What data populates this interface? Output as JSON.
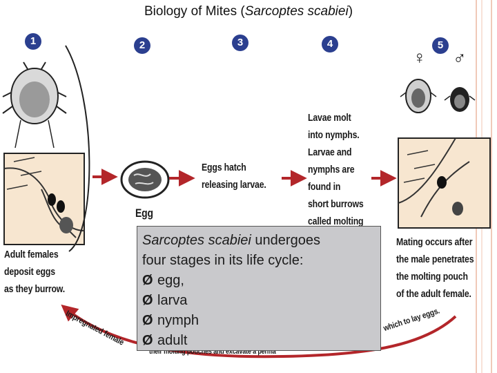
{
  "slide": {
    "title_prefix": "Biology of Mites (",
    "title_italic": "Sarcoptes scabiei",
    "title_suffix": ")"
  },
  "diagram": {
    "steps": [
      "1",
      "2",
      "3",
      "4",
      "5"
    ],
    "female_symbol": "♀",
    "male_symbol": "♂",
    "egg_label": "Egg",
    "hatch_label": [
      "Eggs hatch",
      "releasing larvae."
    ],
    "molt_label": [
      "Lavae molt",
      "into nymphs.",
      "Larvae and",
      "nymphs are",
      "found in",
      "short burrows",
      "called molting"
    ],
    "adult_females_label": [
      "Adult females",
      "deposit eggs",
      "as they burrow."
    ],
    "mating_label": [
      "Mating occurs after",
      "the male penetrates",
      "the molting pouch",
      "of the adult female."
    ],
    "curve_left_text": "Impregnated female",
    "curve_bottom_text": "their molting pouches and excavate a perma",
    "curve_right_text": "which to lay eggs."
  },
  "caption": {
    "italic": "Sarcoptes scabiei",
    "text": " undergoes",
    "line2": "four stages in its life cycle:",
    "bullet": "Ø",
    "stages": [
      "egg,",
      "larva",
      "nymph",
      "adult"
    ]
  },
  "colors": {
    "arrow": "#b3262a",
    "step_badge": "#2b3f8f",
    "panel_fill": "#f7e6d0",
    "caption_bg": "#c9c9cc"
  }
}
